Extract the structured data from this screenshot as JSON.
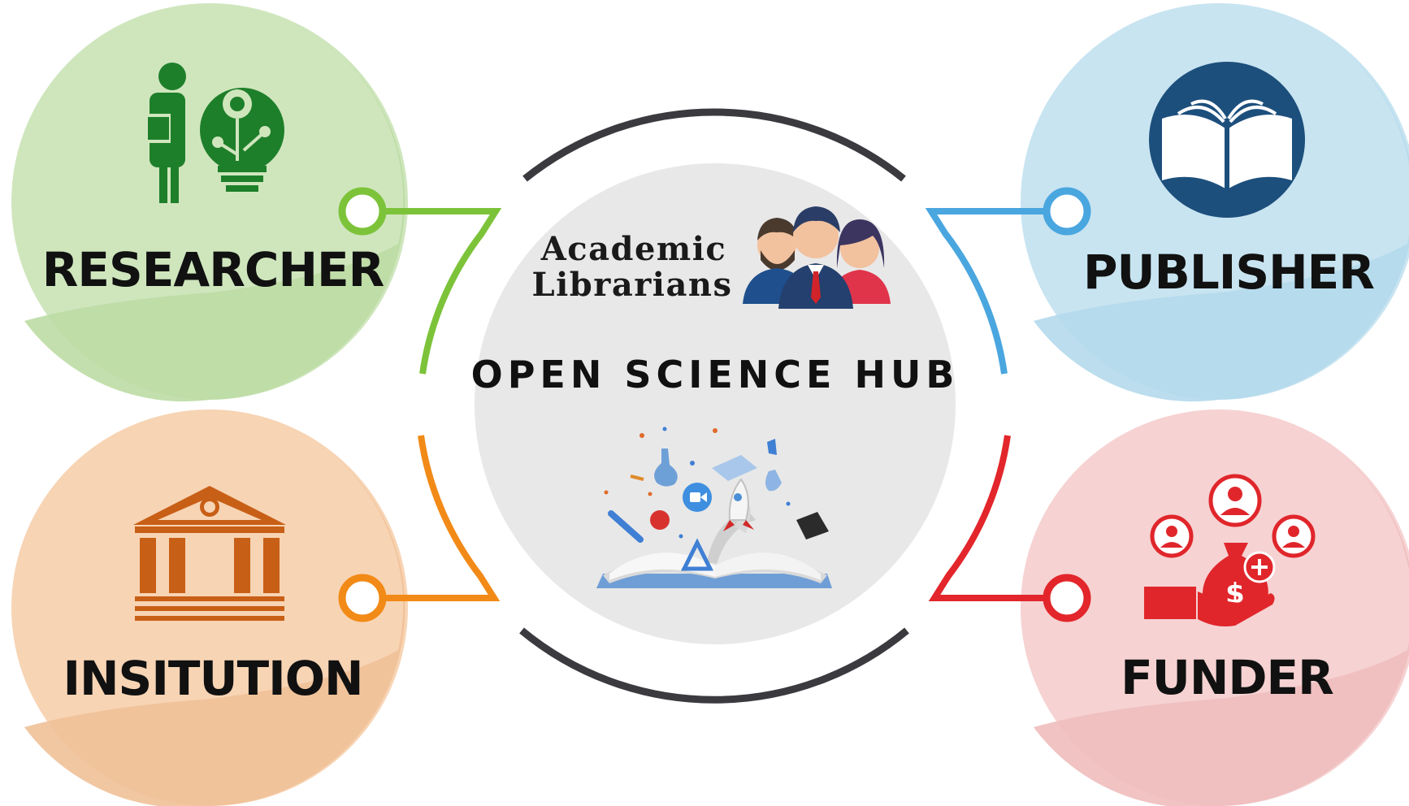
{
  "hub": {
    "title": "OPEN SCIENCE HUB",
    "subtitle_line1": "Academic",
    "subtitle_line2": "Librarians"
  },
  "nodes": {
    "researcher": {
      "label": "RESEARCHER",
      "color": "#7cc33a",
      "bg": "#cfe6bd",
      "bg_shade": "#bcdba4",
      "icon": "researcher-lightbulb-icon"
    },
    "publisher": {
      "label": "PUBLISHER",
      "color": "#4aa6df",
      "bg": "#c8e4f1",
      "bg_shade": "#b4d9ec",
      "icon": "open-book-icon"
    },
    "institution": {
      "label": "INSITUTION",
      "color": "#f28a17",
      "bg": "#f7d4b4",
      "bg_shade": "#f0c198",
      "icon": "institution-building-icon"
    },
    "funder": {
      "label": "FUNDER",
      "color": "#e2262b",
      "bg": "#f6d2d2",
      "bg_shade": "#f0bcbc",
      "icon": "money-bag-hand-icon"
    }
  },
  "colors": {
    "hub_ring": "#3a3a3f",
    "hub_fill": "#e8e8e8",
    "icon_green": "#1e7f2a",
    "icon_navy": "#1d4f7c",
    "icon_orange": "#c85f16",
    "icon_red": "#e0262b"
  }
}
